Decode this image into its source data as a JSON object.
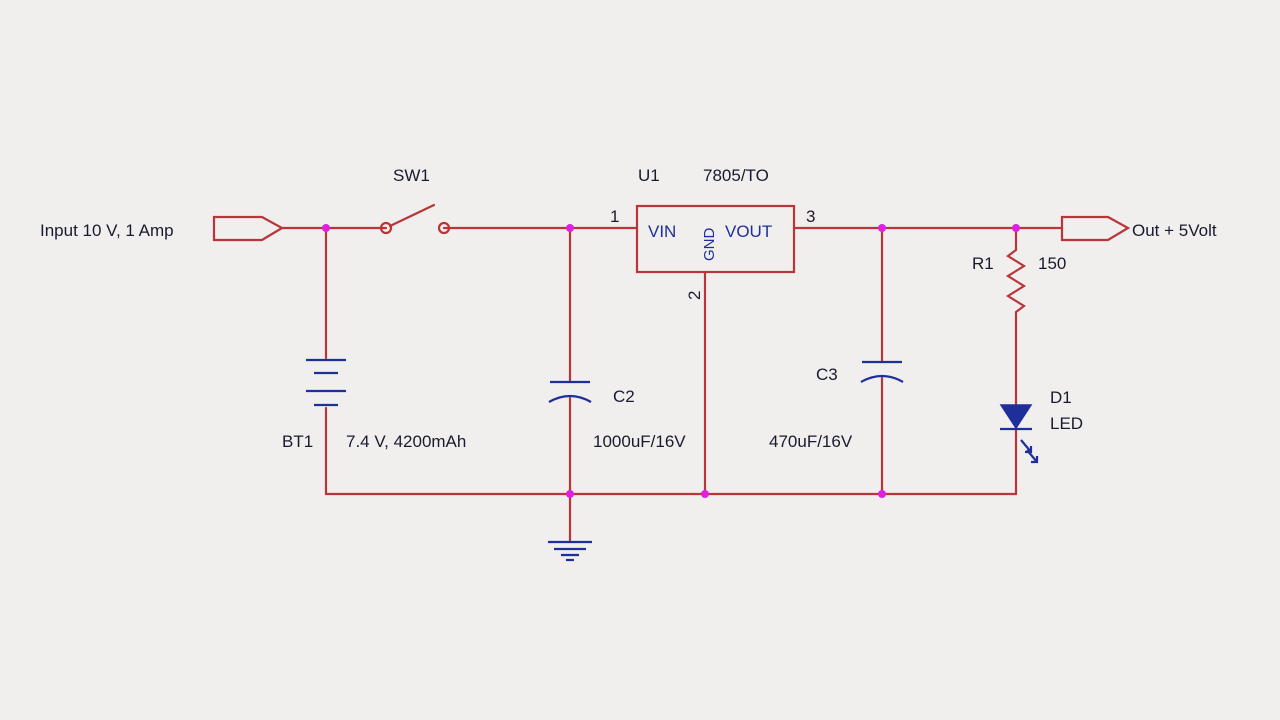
{
  "colors": {
    "background": "#f0efed",
    "wire": "#b8353a",
    "component": "#1f2f9a",
    "junction": "#e020e0",
    "text": "#1a1a2e"
  },
  "input": {
    "label": "Input 10 V, 1 Amp"
  },
  "output": {
    "label": "Out + 5Volt"
  },
  "switch": {
    "ref": "SW1"
  },
  "battery": {
    "ref": "BT1",
    "value": "7.4 V, 4200mAh"
  },
  "regulator": {
    "ref": "U1",
    "part": "7805/TO",
    "pin_in_label": "VIN",
    "pin_gnd_label": "GND",
    "pin_out_label": "VOUT",
    "pin1": "1",
    "pin2": "2",
    "pin3": "3"
  },
  "c2": {
    "ref": "C2",
    "value": "1000uF/16V"
  },
  "c3": {
    "ref": "C3",
    "value": "470uF/16V"
  },
  "r1": {
    "ref": "R1",
    "value": "150"
  },
  "d1": {
    "ref": "D1",
    "value": "LED"
  }
}
